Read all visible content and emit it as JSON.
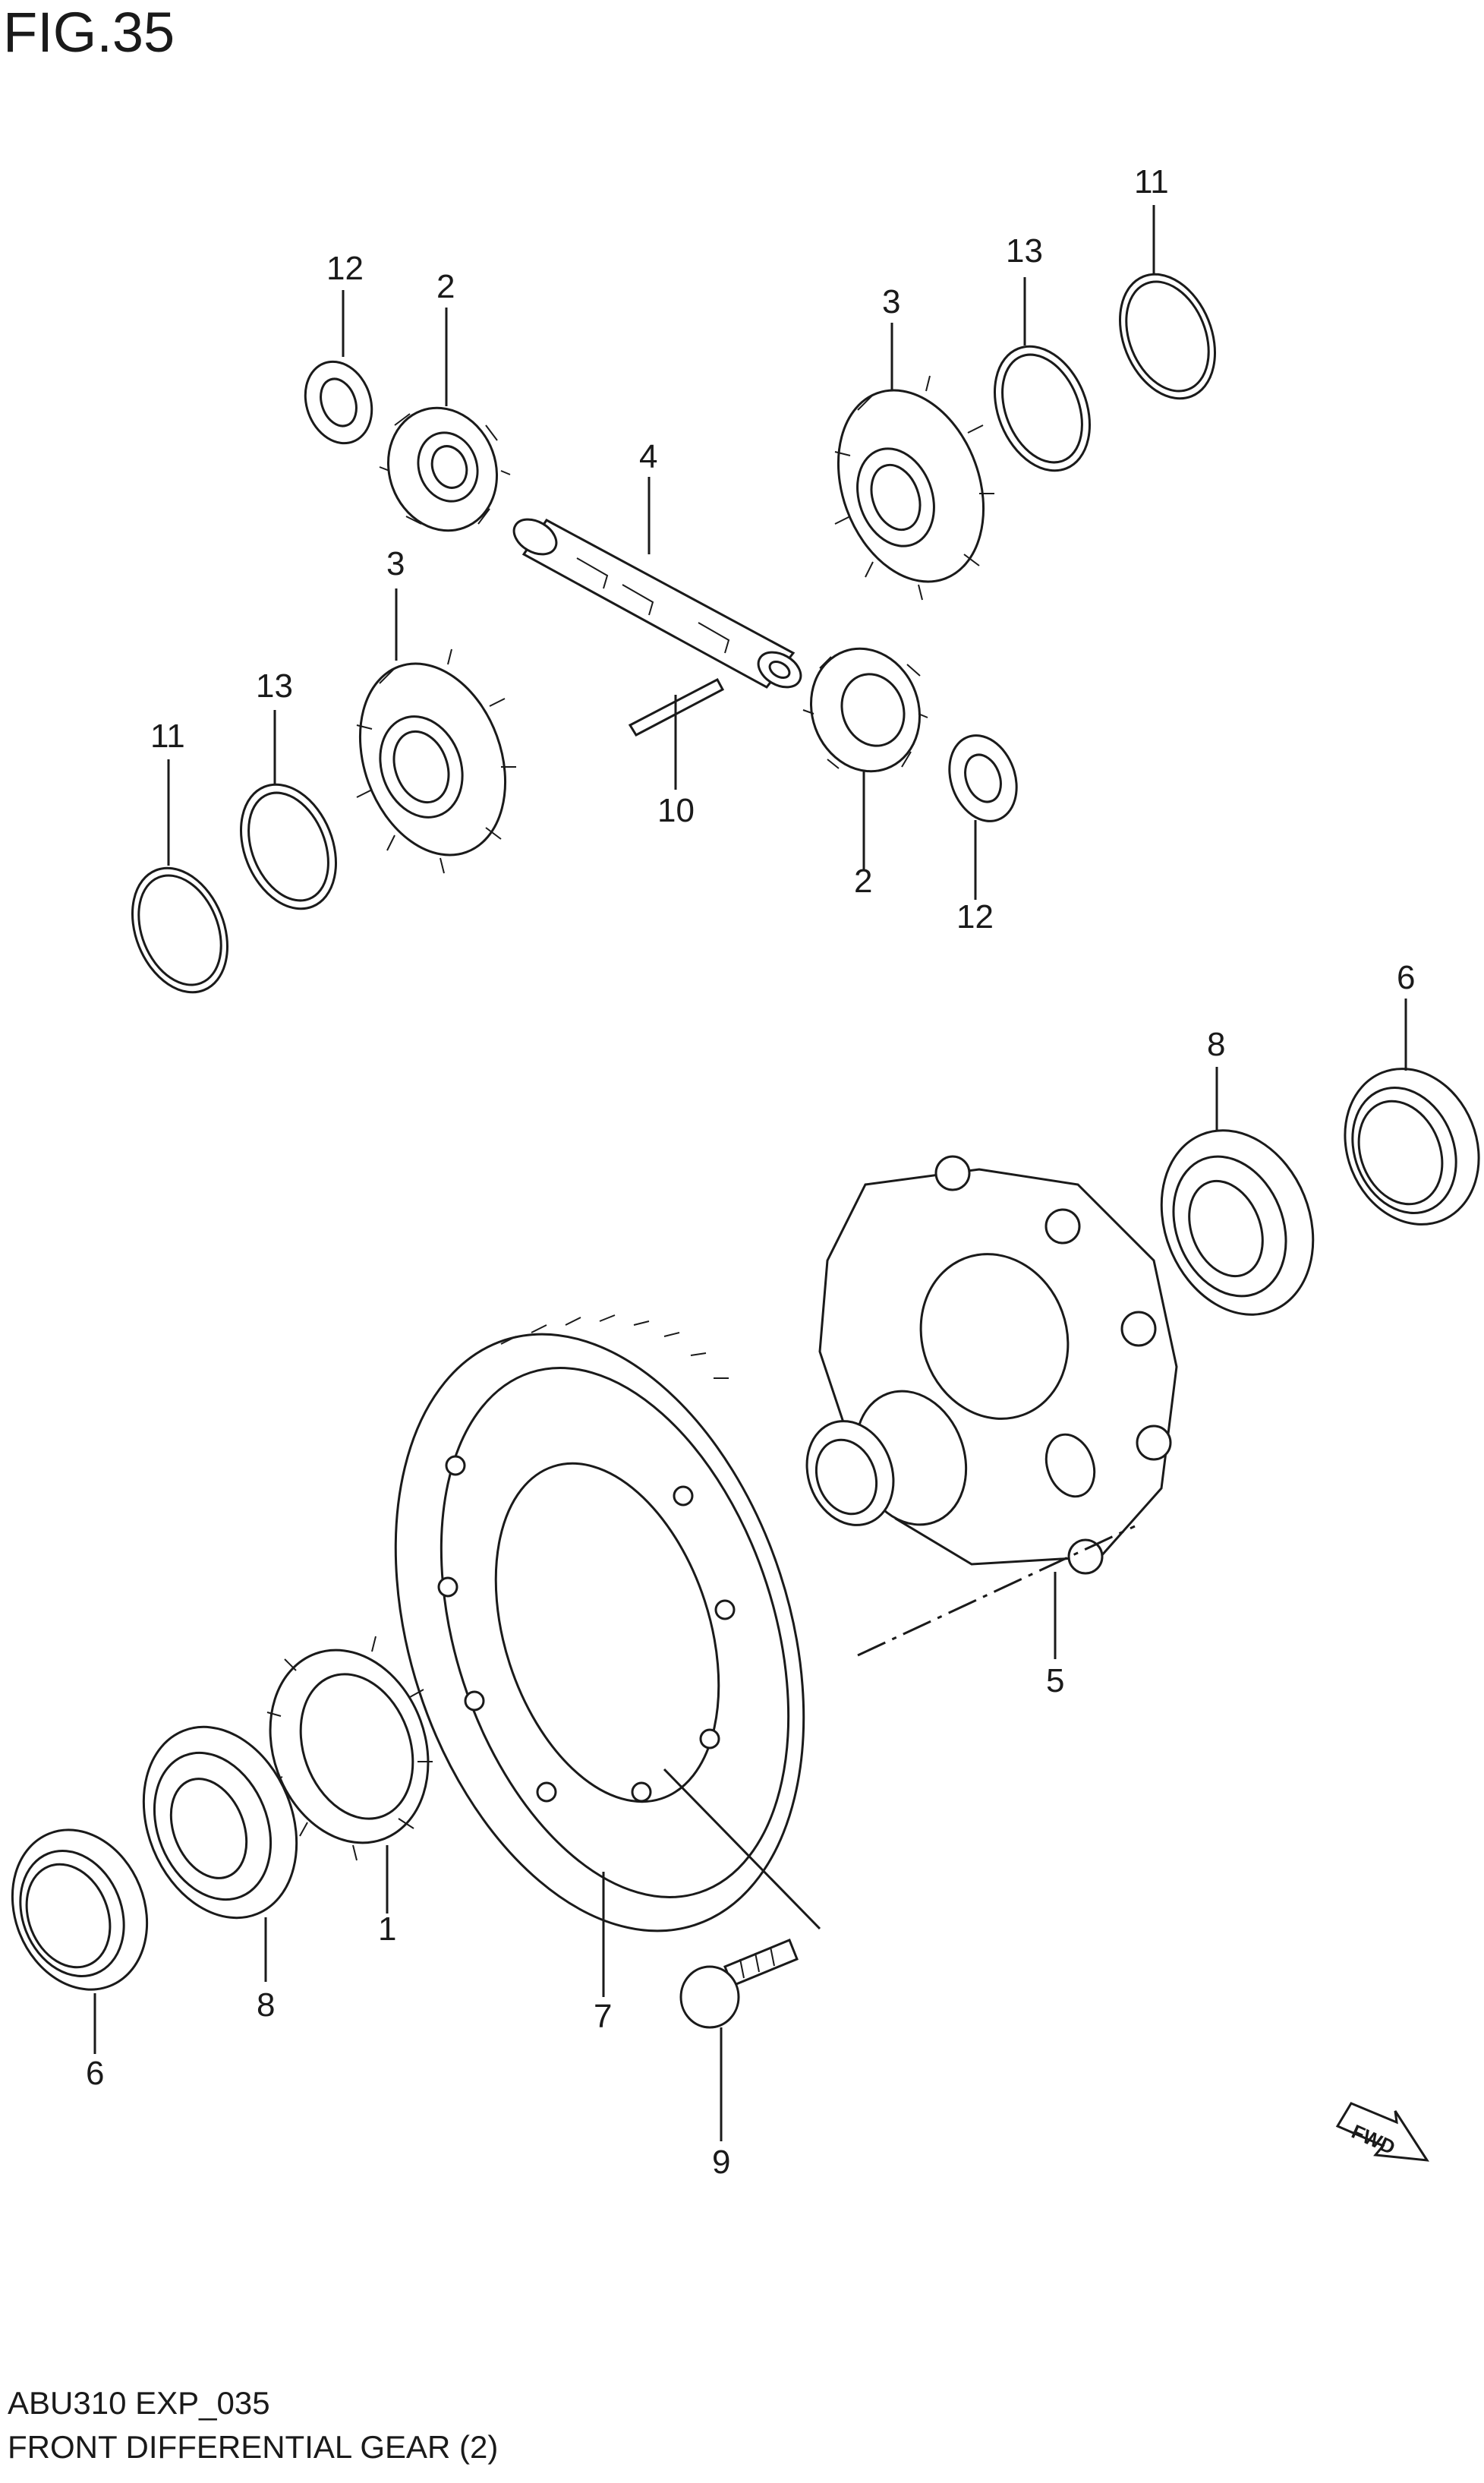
{
  "figure": {
    "title": "FIG.35"
  },
  "footer": {
    "code": "ABU310 EXP_035",
    "name": "FRONT DIFFERENTIAL GEAR (2)"
  },
  "badge": {
    "fwd": "FWD"
  },
  "callouts": {
    "c12a": "12",
    "c2a": "2",
    "c3a": "3",
    "c4": "4",
    "c11a": "11",
    "c13a": "13",
    "c3b": "3",
    "c13b": "13",
    "c11b": "11",
    "c10": "10",
    "c2b": "2",
    "c12b": "12",
    "c6a": "6",
    "c8a": "8",
    "c5": "5",
    "c1": "1",
    "c8b": "8",
    "c6b": "6",
    "c7": "7",
    "c9": "9"
  }
}
